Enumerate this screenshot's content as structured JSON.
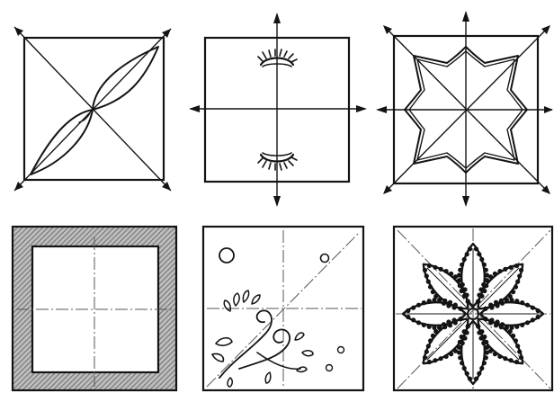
{
  "figure": {
    "panels": [
      {
        "id": "p1",
        "motif": "leaf-pair"
      },
      {
        "id": "p2",
        "motif": "eye-pair"
      },
      {
        "id": "p3",
        "motif": "eight-point-star"
      },
      {
        "id": "p4",
        "motif": "hatched-frame"
      },
      {
        "id": "p5",
        "motif": "floral-scroll"
      },
      {
        "id": "p6",
        "motif": "eight-petal-flower"
      }
    ]
  },
  "colors": {
    "ink": "#141414",
    "paper": "#ffffff",
    "hatch": "#8a8a8a"
  }
}
